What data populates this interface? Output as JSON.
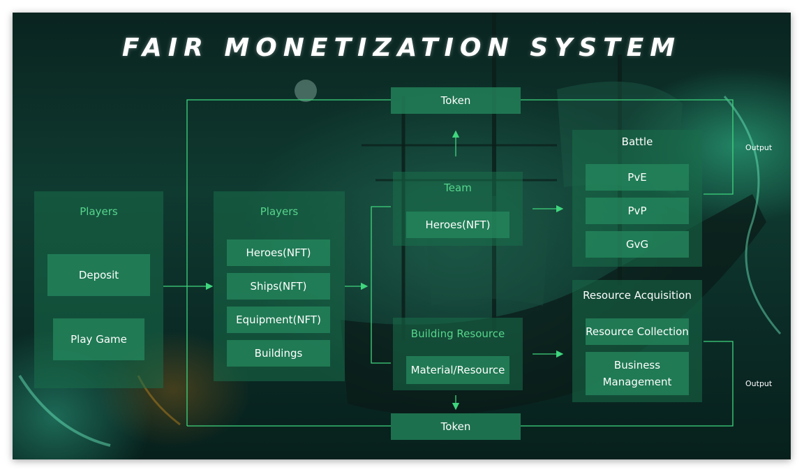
{
  "title": "FAIR MONETIZATION SYSTEM",
  "colors": {
    "accent": "#57d68c",
    "line": "#3fd67e",
    "box": "#24875c"
  },
  "players_left": {
    "heading": "Players",
    "items": [
      "Deposit",
      "Play Game"
    ]
  },
  "players_assets": {
    "heading": "Players",
    "items": [
      "Heroes(NFT)",
      "Ships(NFT)",
      "Equipment(NFT)",
      "Buildings"
    ]
  },
  "team": {
    "heading": "Team",
    "item": "Heroes(NFT)"
  },
  "building_resource": {
    "heading": "Building Resource",
    "item": "Material/Resource"
  },
  "battle": {
    "heading": "Battle",
    "items": [
      "PvE",
      "PvP",
      "GvG"
    ]
  },
  "resource_acquisition": {
    "heading": "Resource Acquisition",
    "items": [
      "Resource Collection",
      "Business Management"
    ]
  },
  "token_top": "Token",
  "token_bottom": "Token",
  "output_top": "Output",
  "output_bottom": "Output"
}
